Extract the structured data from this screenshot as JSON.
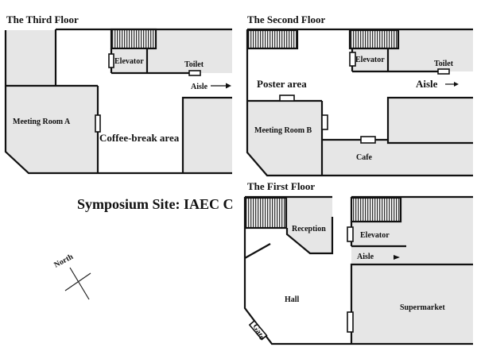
{
  "site_title": "Symposium Site: IAEC C",
  "compass": {
    "label": "North"
  },
  "colors": {
    "room_fill": "#e6e6e6",
    "wall": "#111111",
    "background": "#ffffff"
  },
  "floors": {
    "third": {
      "title": "The Third Floor",
      "labels": {
        "meeting_room": "Meeting Room A",
        "elevator": "Elevator",
        "toilet": "Toilet",
        "aisle": "Aisle",
        "coffee": "Coffee-break area"
      }
    },
    "second": {
      "title": "The Second Floor",
      "labels": {
        "meeting_room": "Meeting Room B",
        "elevator": "Elevator",
        "toilet": "Toilet",
        "aisle": "Aisle",
        "poster": "Poster area",
        "cafe": "Cafe"
      }
    },
    "first": {
      "title": "The First Floor",
      "labels": {
        "reception": "Reception",
        "elevator": "Elevator",
        "aisle": "Aisle",
        "hall": "Hall",
        "supermarket": "Supermarket",
        "gate": "Gate"
      }
    }
  }
}
